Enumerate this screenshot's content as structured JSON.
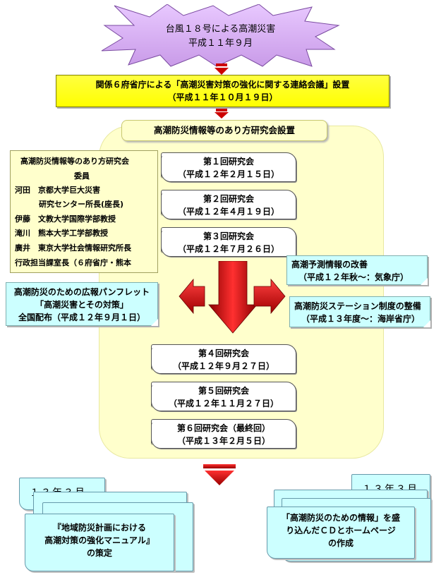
{
  "typhoon": {
    "line1": "台風１８号による高潮災害",
    "line2": "平成１１年９月"
  },
  "liaison": {
    "line1": "関係６府省庁による「高潮災害対策の強化に関する連絡会議」設置",
    "line2": "（平成１１年１０月１９日）"
  },
  "committee_title": "高潮防災情報等のあり方研究会設置",
  "members": {
    "title": "高潮防災情報等のあり方研究会",
    "subtitle": "委員",
    "lines": [
      "河田　京都大学巨大災害",
      "研究センター所長(座長)",
      "伊藤　文教大学国際学部教授",
      "滝川　熊本大学工学部教授",
      "廣井　東京大学社会情報研究所長",
      "行政担当課室長（６府省庁・熊本"
    ]
  },
  "meetings": [
    {
      "name": "第１回研究会",
      "date": "（平成１２年２月１５日）"
    },
    {
      "name": "第２回研究会",
      "date": "（平成１２年４月１９日）"
    },
    {
      "name": "第３回研究会",
      "date": "（平成１２年７月２６日）"
    },
    {
      "name": "第４回研究会",
      "date": "（平成１２年９月２７日）"
    },
    {
      "name": "第５回研究会",
      "date": "（平成１２年１１月２７日）"
    },
    {
      "name": "第６回研究会（最終回）",
      "date": "（平成１３年２月５日）"
    }
  ],
  "outcomes": {
    "forecast": {
      "line1": "高潮予測情報の改善",
      "line2": "（平成１２年秋～：気象庁）"
    },
    "station": {
      "line1": "高潮防災ステーション制度の整備",
      "line2": "（平成１３年度～：海岸省庁）"
    },
    "pamphlet": {
      "line1": "高潮防災のための広報パンフレット",
      "line2": "「高潮災害とその対策」",
      "line3": "全国配布（平成１２年９月１日）"
    }
  },
  "final": {
    "left": {
      "date": "１３年３月",
      "line1": "『地域防災計画における",
      "line2": "高潮対策の強化マニュアル』",
      "line3": "の策定"
    },
    "right": {
      "date": "１３年３月",
      "line1": "「高潮防災のための情報」を盛",
      "line2": "り込んだＣＤとホームページ",
      "line3": "の作成"
    }
  },
  "colors": {
    "burst": "#d9b3f0",
    "banner": "#ffff00",
    "area": "#ffffcc",
    "cyan": "#ccffff",
    "arrow": "#cc0000"
  }
}
